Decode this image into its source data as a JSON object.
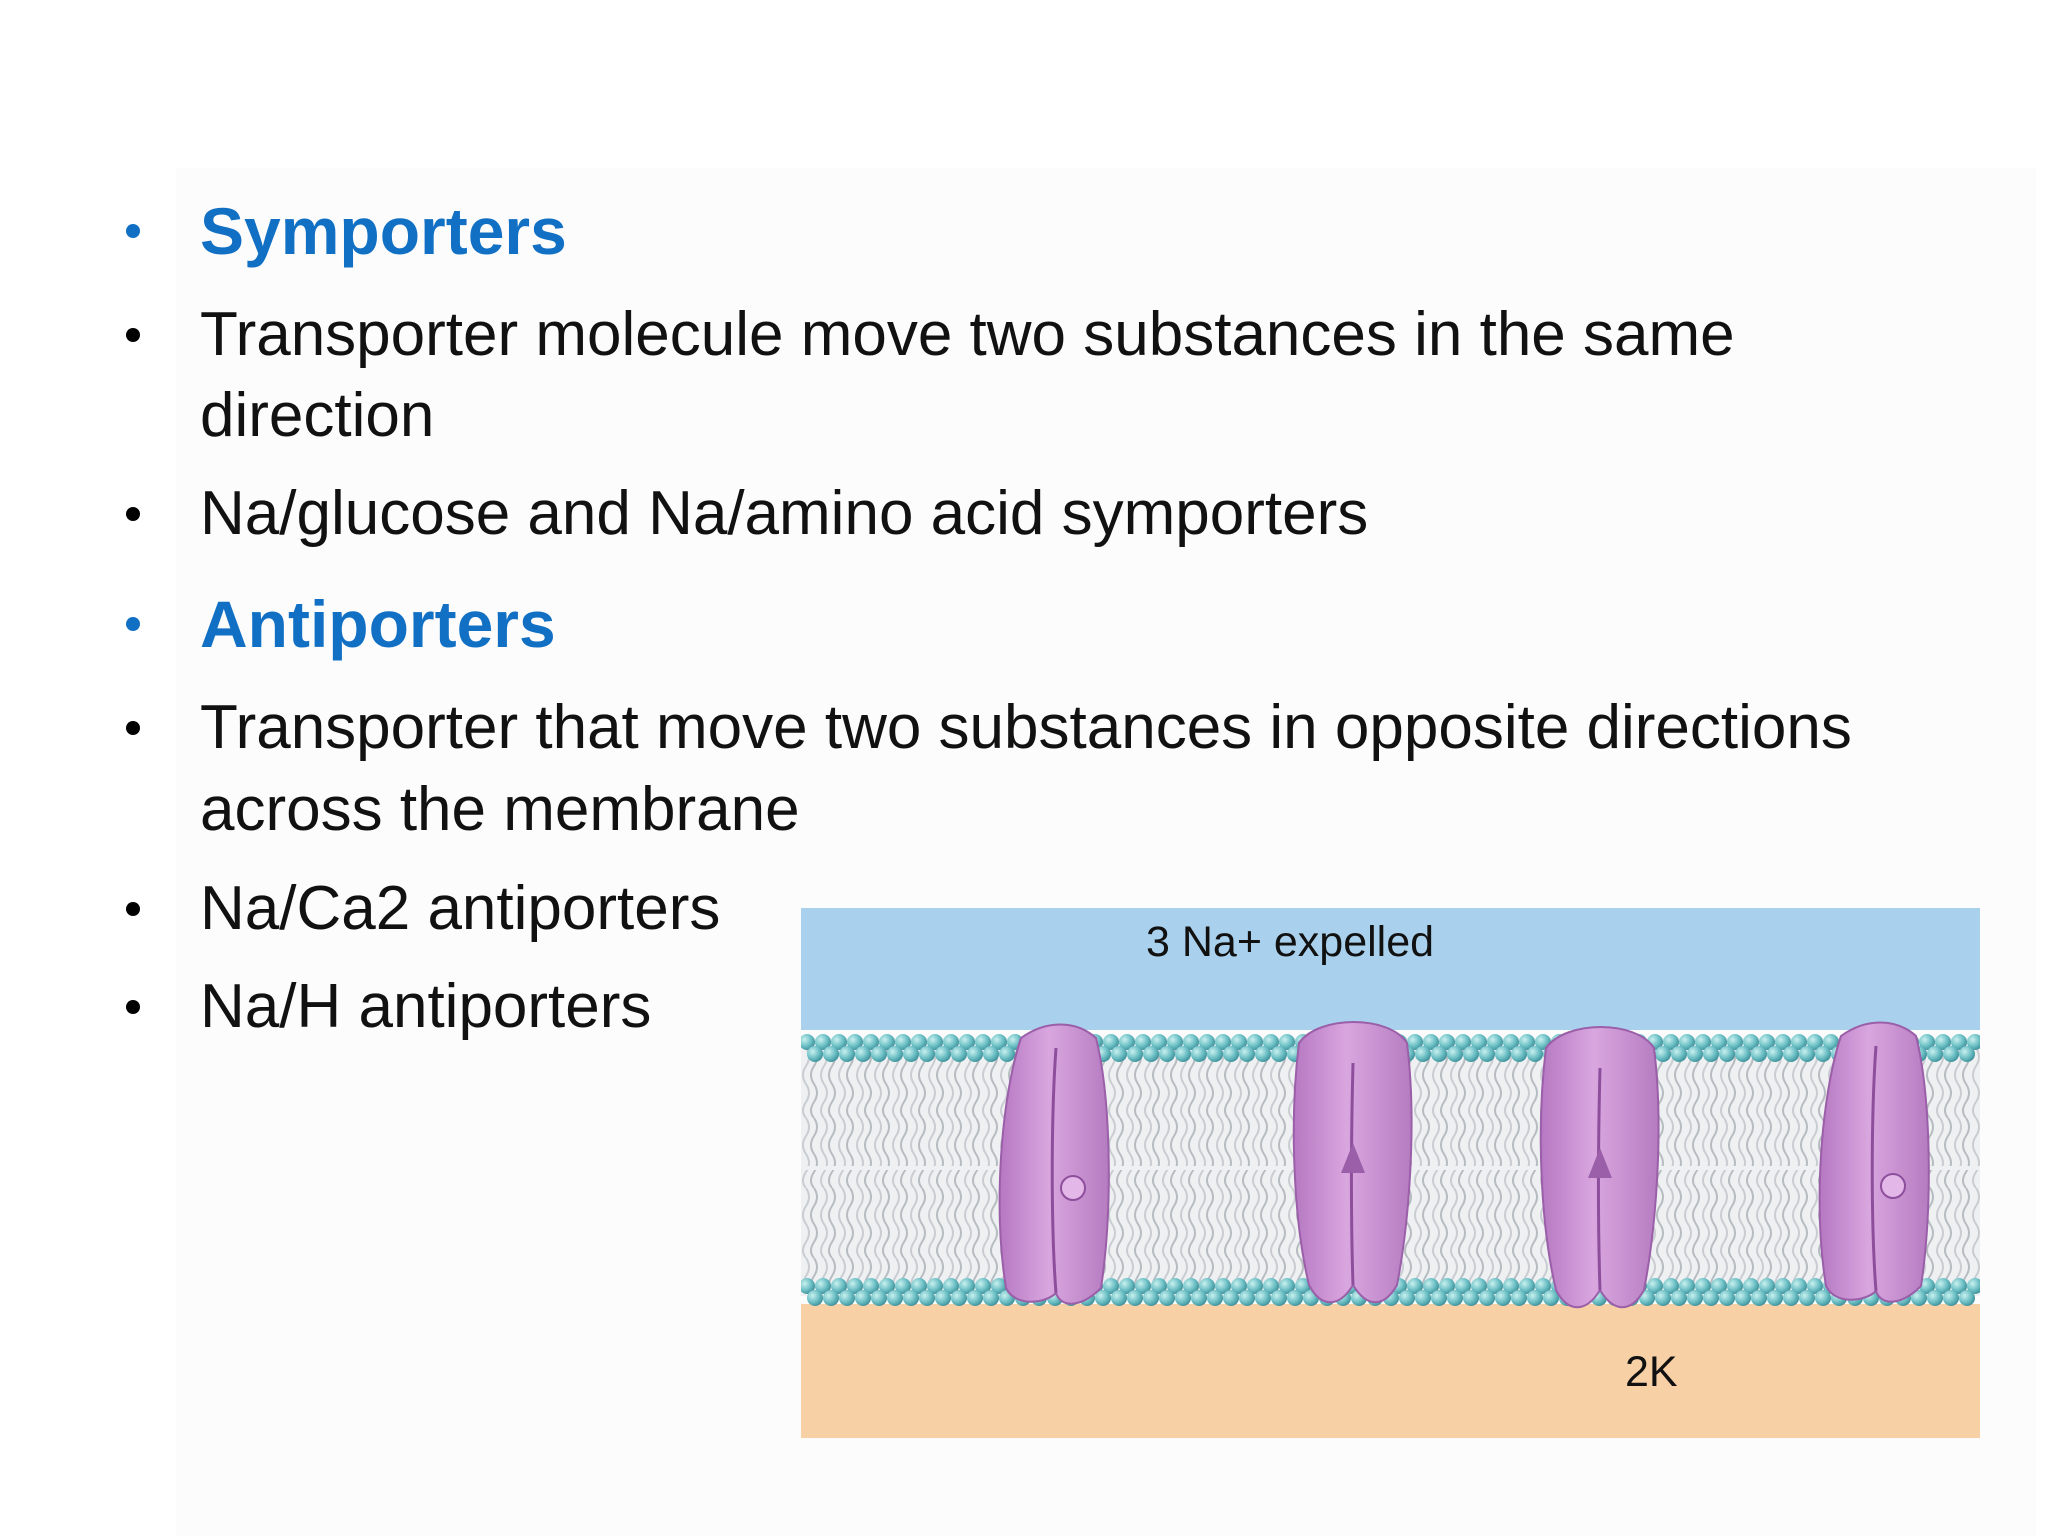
{
  "bullets": [
    {
      "text": "Symporters",
      "style": "heading"
    },
    {
      "text": "Transporter molecule move two substances in the same",
      "style": "body"
    },
    {
      "text": "direction",
      "style": "continuation"
    },
    {
      "text": "Na/glucose and Na/amino acid symporters",
      "style": "body"
    },
    {
      "text": "Antiporters",
      "style": "heading"
    },
    {
      "text": "Transporter that move two substances in opposite directions",
      "style": "body"
    },
    {
      "text": "across the membrane",
      "style": "continuation"
    },
    {
      "text": "Na/Ca2 antiporters",
      "style": "body"
    },
    {
      "text": "Na/H antiporters",
      "style": "body"
    }
  ],
  "figure": {
    "label_top": "3 Na+ expelled",
    "label_bottom": "2K"
  },
  "colors": {
    "heading": "#1170c4",
    "body_text": "#111111",
    "extracellular": "#a9d1ed",
    "cytoplasm": "#f8d0a6",
    "lipid_head": "#6bbfc4",
    "protein": "#c98fd0"
  }
}
